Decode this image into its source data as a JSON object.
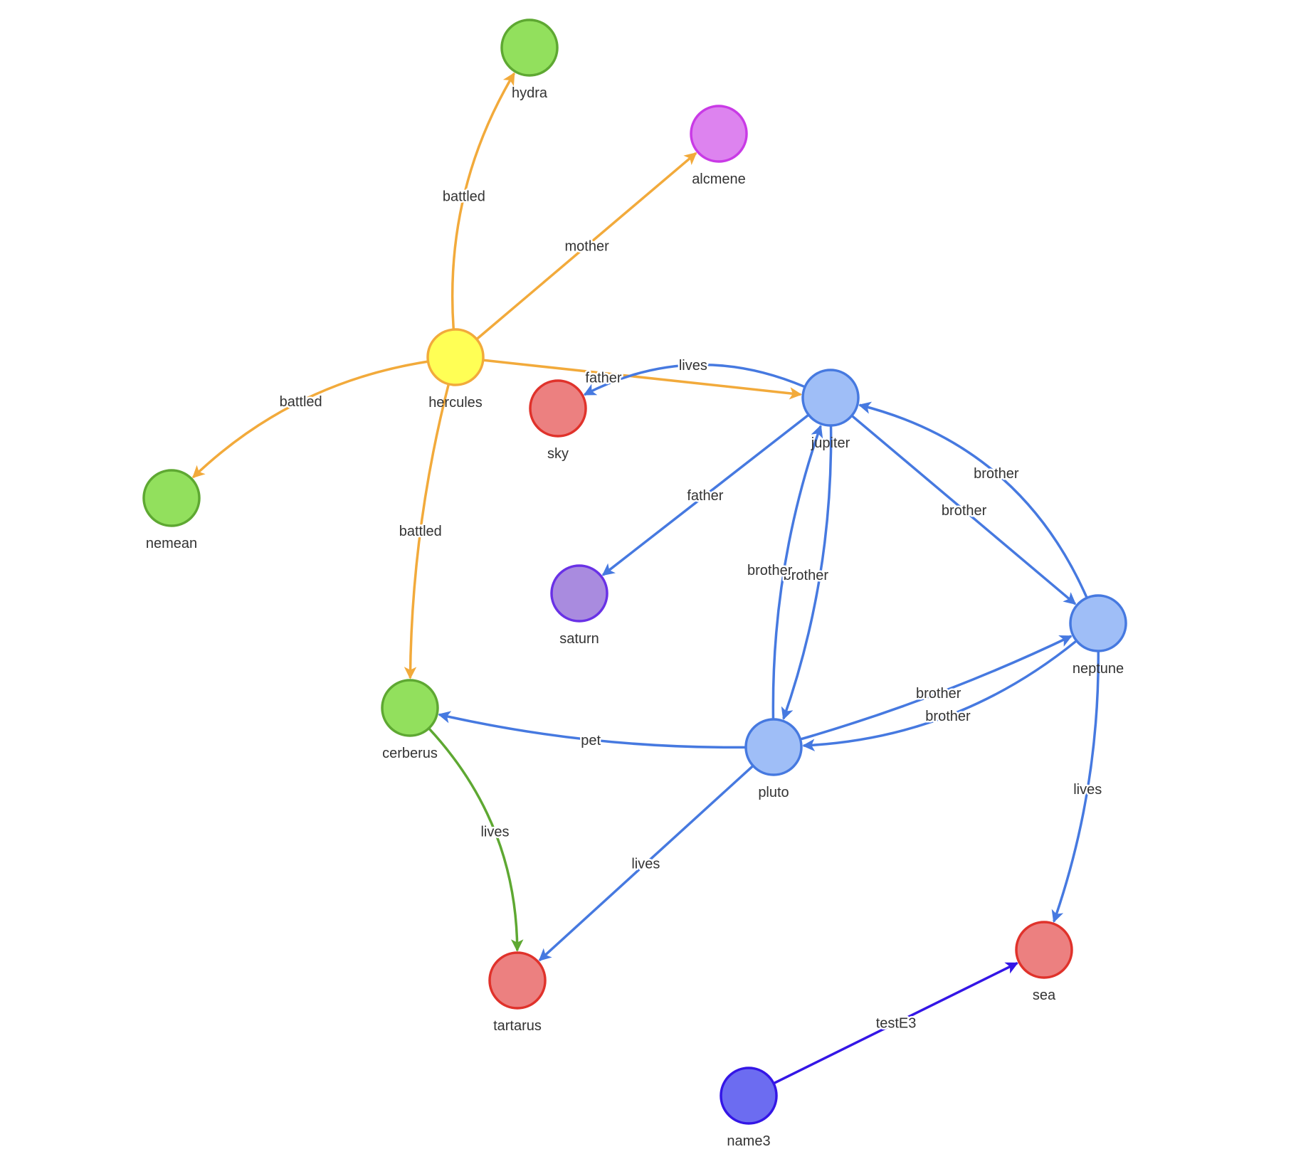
{
  "colors": {
    "yellow": {
      "fill": "#FFFF55",
      "stroke": "#F2AA3B"
    },
    "green": {
      "fill": "#92E05D",
      "stroke": "#5EA832"
    },
    "magenta": {
      "fill": "#DD83EF",
      "stroke": "#C93AE6"
    },
    "red": {
      "fill": "#EC8080",
      "stroke": "#E0322B"
    },
    "blue": {
      "fill": "#9FBEF7",
      "stroke": "#4679E0"
    },
    "purple": {
      "fill": "#A98BDF",
      "stroke": "#6931E6"
    },
    "indigo": {
      "fill": "#6C6CF1",
      "stroke": "#3416E6"
    },
    "edge_orange": "#F2AA3B",
    "edge_blue": "#4679E0",
    "edge_green": "#5EA832",
    "edge_indigo": "#3416E6"
  },
  "nodes": [
    {
      "id": "hydra",
      "label": "hydra",
      "color": "green"
    },
    {
      "id": "alcmene",
      "label": "alcmene",
      "color": "magenta"
    },
    {
      "id": "hercules",
      "label": "hercules",
      "color": "yellow"
    },
    {
      "id": "sky",
      "label": "sky",
      "color": "red"
    },
    {
      "id": "jupiter",
      "label": "jupiter",
      "color": "blue"
    },
    {
      "id": "nemean",
      "label": "nemean",
      "color": "green"
    },
    {
      "id": "saturn",
      "label": "saturn",
      "color": "purple"
    },
    {
      "id": "neptune",
      "label": "neptune",
      "color": "blue"
    },
    {
      "id": "cerberus",
      "label": "cerberus",
      "color": "green"
    },
    {
      "id": "pluto",
      "label": "pluto",
      "color": "blue"
    },
    {
      "id": "tartarus",
      "label": "tartarus",
      "color": "red"
    },
    {
      "id": "sea",
      "label": "sea",
      "color": "red"
    },
    {
      "id": "name3",
      "label": "name3",
      "color": "indigo"
    }
  ],
  "edges": [
    {
      "id": "e-hercules-hydra",
      "from": "hercules",
      "to": "hydra",
      "label": "battled",
      "color": "edge_orange"
    },
    {
      "id": "e-hercules-alcmene",
      "from": "hercules",
      "to": "alcmene",
      "label": "mother",
      "color": "edge_orange"
    },
    {
      "id": "e-hercules-nemean",
      "from": "hercules",
      "to": "nemean",
      "label": "battled",
      "color": "edge_orange"
    },
    {
      "id": "e-hercules-cerberus",
      "from": "hercules",
      "to": "cerberus",
      "label": "battled",
      "color": "edge_orange"
    },
    {
      "id": "e-hercules-jupiter",
      "from": "hercules",
      "to": "jupiter",
      "label": "father",
      "color": "edge_orange"
    },
    {
      "id": "e-jupiter-sky",
      "from": "jupiter",
      "to": "sky",
      "label": "lives",
      "color": "edge_blue"
    },
    {
      "id": "e-jupiter-saturn",
      "from": "jupiter",
      "to": "saturn",
      "label": "father",
      "color": "edge_blue"
    },
    {
      "id": "e-jupiter-neptune",
      "from": "jupiter",
      "to": "neptune",
      "label": "brother",
      "color": "edge_blue"
    },
    {
      "id": "e-neptune-jupiter",
      "from": "neptune",
      "to": "jupiter",
      "label": "brother",
      "color": "edge_blue"
    },
    {
      "id": "e-jupiter-pluto",
      "from": "jupiter",
      "to": "pluto",
      "label": "brother",
      "color": "edge_blue"
    },
    {
      "id": "e-pluto-jupiter",
      "from": "pluto",
      "to": "jupiter",
      "label": "brother",
      "color": "edge_blue"
    },
    {
      "id": "e-pluto-neptune",
      "from": "pluto",
      "to": "neptune",
      "label": "brother",
      "color": "edge_blue"
    },
    {
      "id": "e-neptune-pluto",
      "from": "neptune",
      "to": "pluto",
      "label": "brother",
      "color": "edge_blue"
    },
    {
      "id": "e-pluto-cerberus",
      "from": "pluto",
      "to": "cerberus",
      "label": "pet",
      "color": "edge_blue"
    },
    {
      "id": "e-pluto-tartarus",
      "from": "pluto",
      "to": "tartarus",
      "label": "lives",
      "color": "edge_blue"
    },
    {
      "id": "e-neptune-sea",
      "from": "neptune",
      "to": "sea",
      "label": "lives",
      "color": "edge_blue"
    },
    {
      "id": "e-cerberus-tartarus",
      "from": "cerberus",
      "to": "tartarus",
      "label": "lives",
      "color": "edge_green"
    },
    {
      "id": "e-name3-sea",
      "from": "name3",
      "to": "sea",
      "label": "testE3",
      "color": "edge_indigo"
    }
  ]
}
